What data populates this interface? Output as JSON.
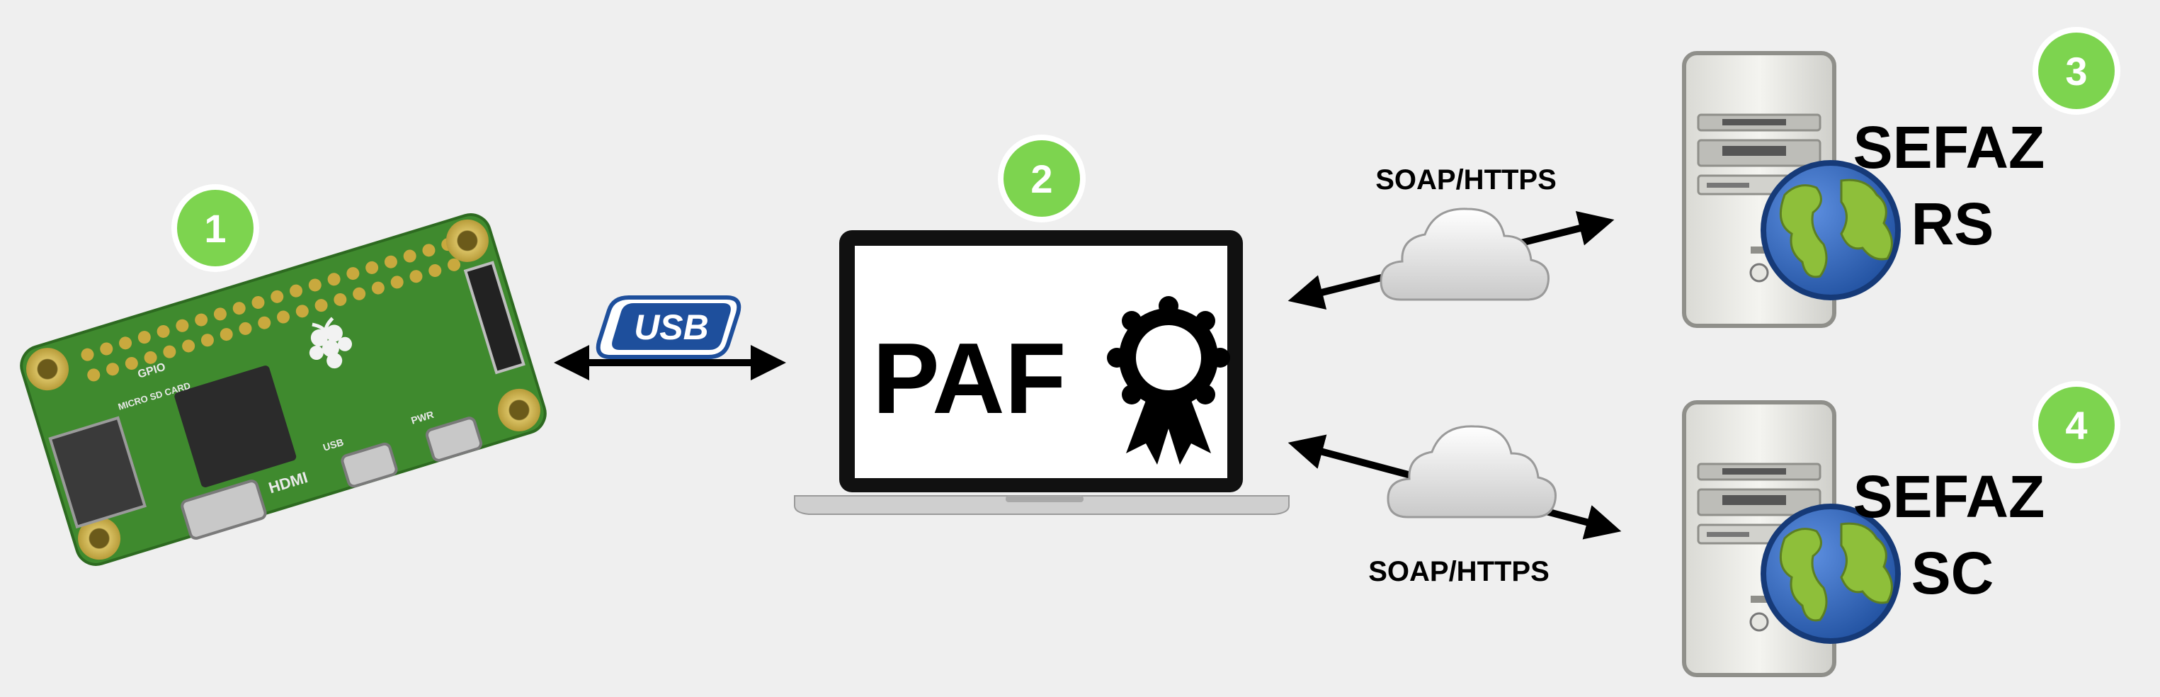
{
  "nodes": {
    "pi": {
      "badge": "1",
      "board_marks": [
        "GPIO",
        "HDMI",
        "USB",
        "PWR",
        "MICRO SD CARD"
      ]
    },
    "paf": {
      "badge": "2",
      "title": "PAF"
    },
    "sefaz_rs": {
      "badge": "3",
      "line1": "SEFAZ",
      "line2": "RS"
    },
    "sefaz_sc": {
      "badge": "4",
      "line1": "SEFAZ",
      "line2": "SC"
    }
  },
  "links": {
    "usb": {
      "logo_text": "USB"
    },
    "rs": {
      "protocol": "SOAP/HTTPS"
    },
    "sc": {
      "protocol": "SOAP/HTTPS"
    }
  },
  "colors": {
    "background": "#efefef",
    "badge": "#7dd44f",
    "board": "#3f8a2e",
    "usb_logo": "#1e4f9c",
    "globe_ocean": "#1f4f9e",
    "globe_land": "#8ebf3a"
  }
}
